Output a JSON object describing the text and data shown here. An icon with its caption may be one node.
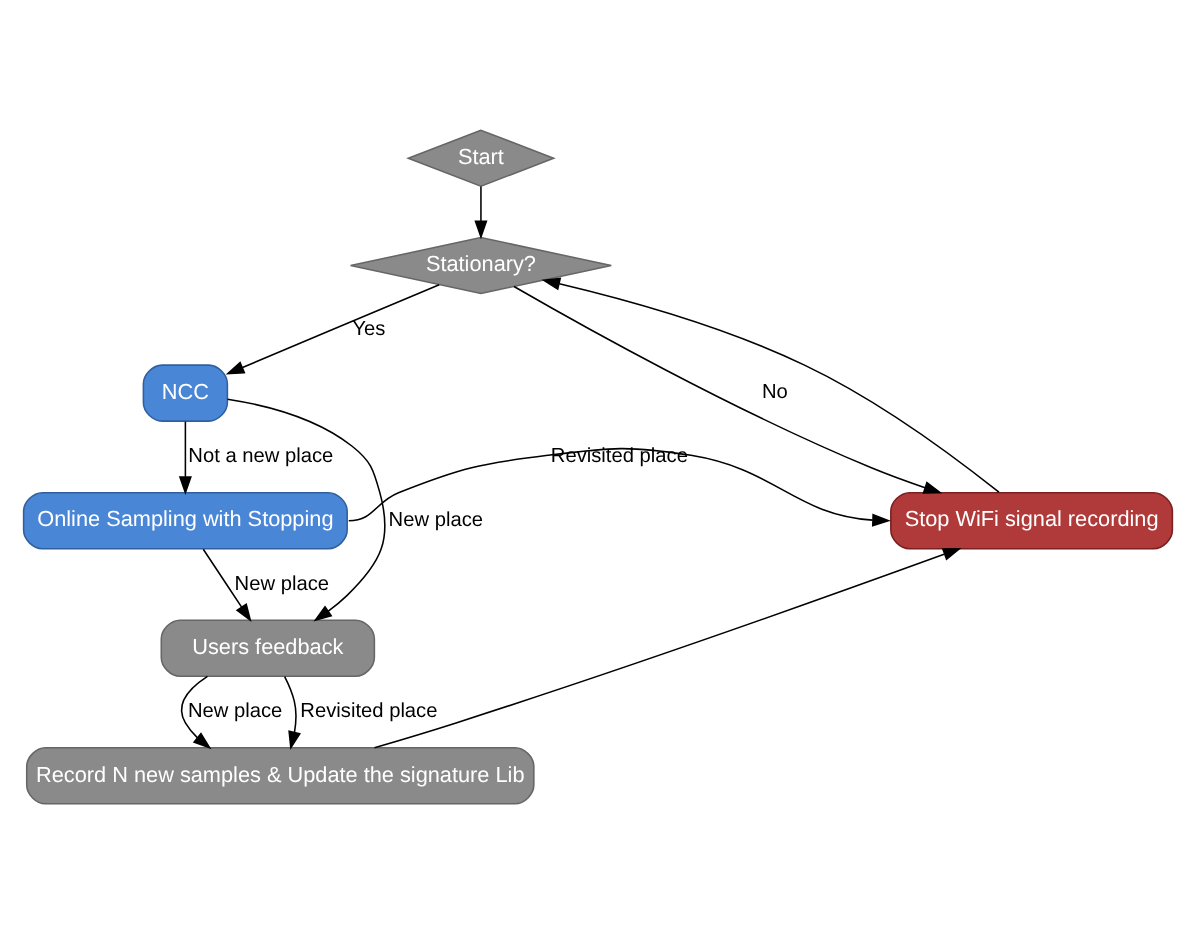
{
  "diagram": {
    "nodes": [
      {
        "text": [
          "Start"
        ]
      },
      {
        "text": [
          "Stationary?"
        ]
      },
      {
        "text": [
          "NCC"
        ]
      },
      {
        "text": [
          "Online Sampling with Stopping"
        ]
      },
      {
        "text": [
          "Stop WiFi signal recording"
        ]
      },
      {
        "text": [
          "Users feedback"
        ]
      },
      {
        "text": [
          "Record N new samples & Update the signature Lib"
        ]
      }
    ],
    "edges": [
      {
        "from": 0,
        "to": 1,
        "arrow": "to"
      },
      {
        "from": 1,
        "to": 2,
        "arrow": "to",
        "label": "Yes"
      },
      {
        "from": 1,
        "to": 4,
        "arrow": "to",
        "label": "No"
      },
      {
        "from": 2,
        "to": 5,
        "arrow": "to",
        "label": "New place"
      },
      {
        "from": 2,
        "to": 3,
        "arrow": "to",
        "label": "Not a new place"
      },
      {
        "from": 3,
        "to": 4,
        "arrow": "to",
        "label": "Revisited place"
      },
      {
        "from": 3,
        "to": 5,
        "arrow": "to",
        "label": "New place"
      },
      {
        "from": 5,
        "to": 6,
        "arrow": "to",
        "label": "New place"
      },
      {
        "from": 5,
        "to": 6,
        "arrow": "to",
        "label": "Revisited place"
      },
      {
        "from": 6,
        "to": 4,
        "arrow": "to"
      },
      {
        "from": 4,
        "to": 1,
        "arrow": "to"
      }
    ]
  }
}
